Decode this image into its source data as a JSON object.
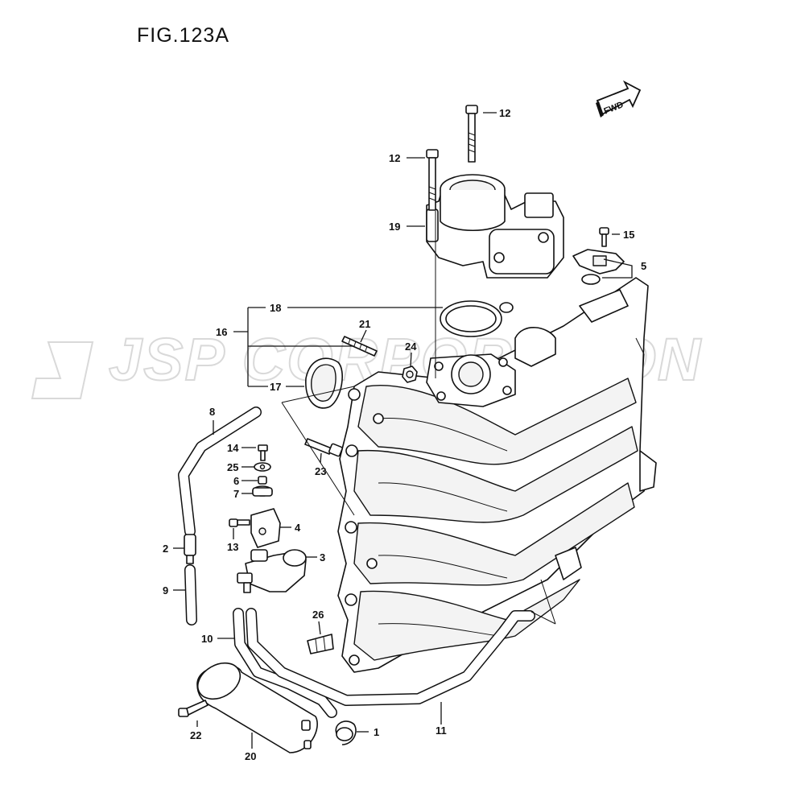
{
  "figure": {
    "title": "FIG.123A",
    "fwd_label": "FWD",
    "watermark": "JSP CORPORATION"
  },
  "callouts": {
    "c1": "1",
    "c2": "2",
    "c3": "3",
    "c4": "4",
    "c5": "5",
    "c6": "6",
    "c7": "7",
    "c8": "8",
    "c9": "9",
    "c10": "10",
    "c11": "11",
    "c12a": "12",
    "c12b": "12",
    "c13": "13",
    "c14": "14",
    "c15": "15",
    "c16": "16",
    "c17": "17",
    "c18": "18",
    "c19": "19",
    "c20": "20",
    "c21": "21",
    "c22": "22",
    "c23": "23",
    "c24": "24",
    "c25": "25",
    "c26": "26"
  },
  "icons": {
    "fwd_arrow": "fwd-arrow-icon"
  }
}
